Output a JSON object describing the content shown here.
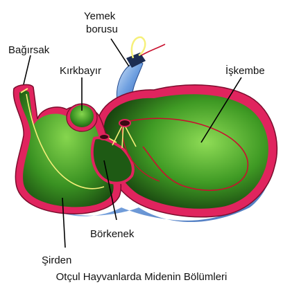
{
  "labels": {
    "yemek_borusu_line1": "Yemek",
    "yemek_borusu_line2": "borusu",
    "bagirsak": "Bağırsak",
    "kirkbayir": "Kırkbayır",
    "iskembe": "İşkembe",
    "borkenek": "Börkenek",
    "sirden": "Şirden"
  },
  "caption": "Otçul Hayvanlarda Midenin Bölümleri",
  "colors": {
    "organ_outer": "#e0245e",
    "organ_green_dark": "#1e5a14",
    "organ_green_light": "#7ed04a",
    "esophagus_blue": "#5d8fd6",
    "blue_shadow_light": "#b9d3f2",
    "food_path_yellow": "#f6f07a",
    "food_path_red": "#c8102e",
    "leader_line": "#000000"
  }
}
